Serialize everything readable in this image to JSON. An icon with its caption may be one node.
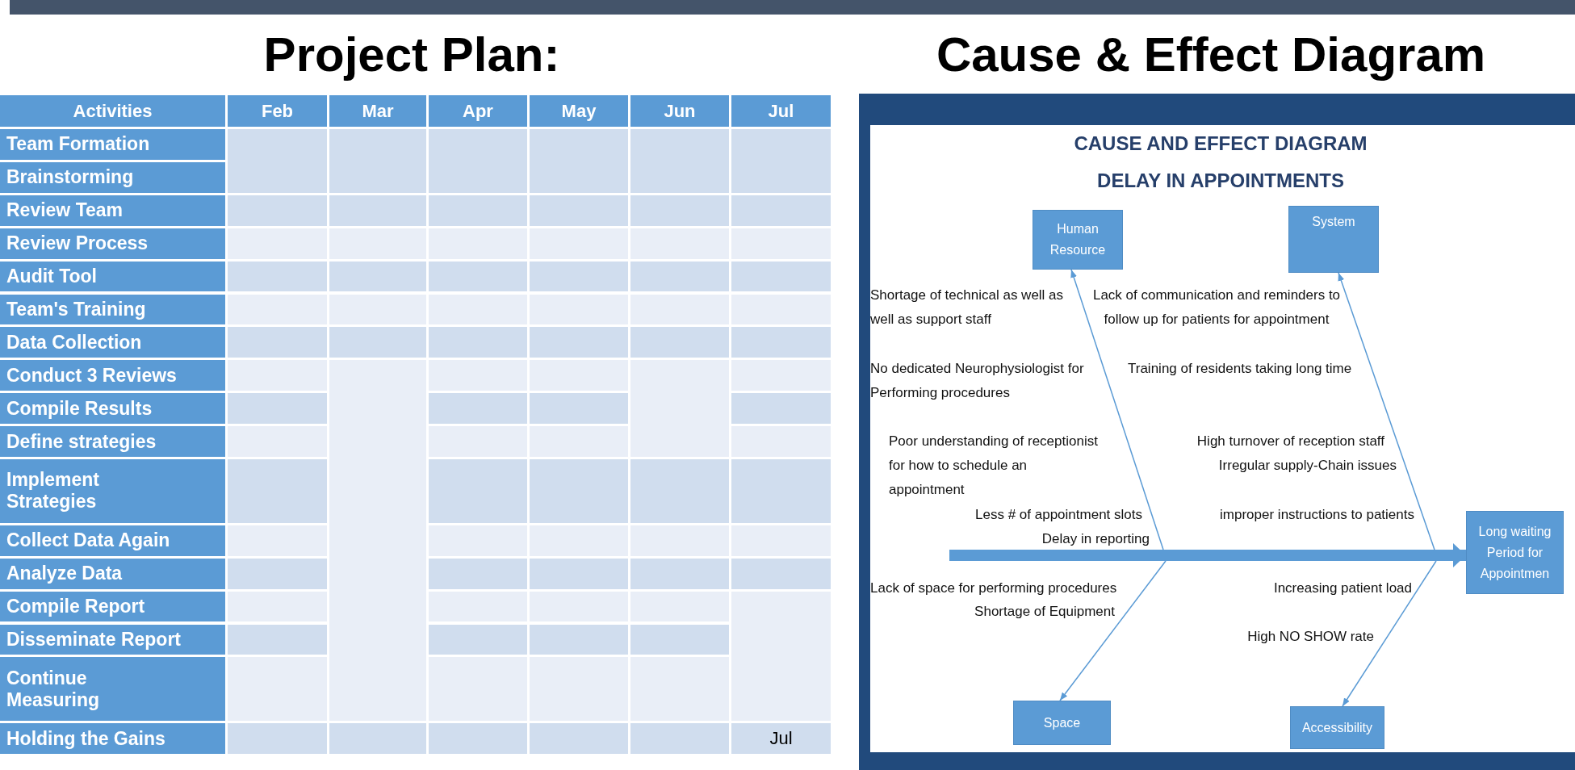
{
  "diagram": {
    "nodes": [
      {
        "text": [
          "Human Resource"
        ]
      },
      {
        "text": [
          "System"
        ]
      },
      {
        "text": [
          "Long waiting Period for Appointmen"
        ]
      },
      {
        "text": [
          "Space"
        ]
      },
      {
        "text": [
          "Accessibility"
        ]
      }
    ],
    "edges": [
      {
        "from": null,
        "to": 2,
        "arrow": "to",
        "style": "thick"
      },
      {
        "from": null,
        "to": 0,
        "arrow": "to"
      },
      {
        "from": null,
        "to": 1,
        "arrow": "to"
      },
      {
        "from": null,
        "to": 3,
        "arrow": "to"
      },
      {
        "from": null,
        "to": 4,
        "arrow": "to"
      }
    ],
    "labels": [
      "Project Plan:",
      "Cause & Effect Diagram",
      "Activities",
      "Feb",
      "Mar",
      "Apr",
      "May",
      "Jun",
      "Jul",
      "Team Formation",
      "Brainstorming",
      "Review Team",
      "Review Process",
      "Audit Tool",
      "Team's Training",
      "Data Collection",
      "Conduct 3 Reviews",
      "Compile Results",
      "Define strategies",
      "Implement Strategies",
      "Collect Data Again",
      "Analyze Data",
      "Compile Report",
      "Disseminate Report",
      "Continue Measuring",
      "Holding the Gains",
      "Jul",
      "CAUSE AND EFFECT DIAGRAM",
      "DELAY IN APPOINTMENTS",
      "Shortage of technical as well as well as support staff",
      "Lack of communication and reminders to follow up for patients for appointment",
      "No dedicated Neurophysiologist for Performing procedures",
      "Training of residents taking long time",
      "Poor understanding of receptionist for how to schedule an appointment",
      "High turnover of reception staff",
      "Irregular supply-Chain issues",
      "Less # of appointment slots",
      "improper instructions to patients",
      "Delay in reporting",
      "Lack of space for performing procedures",
      "Increasing patient load",
      "Shortage of Equipment",
      "High NO SHOW rate"
    ]
  }
}
